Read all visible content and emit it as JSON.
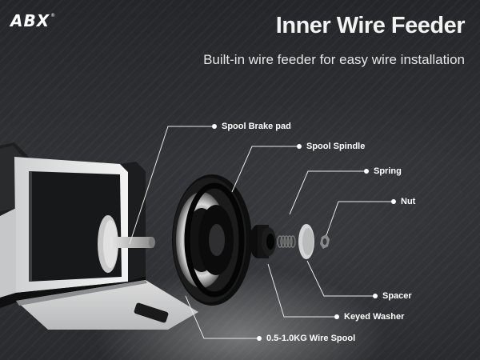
{
  "brand": {
    "logo_text": "ABX",
    "logo_mark": "®"
  },
  "header": {
    "title": "Inner Wire Feeder",
    "subtitle": "Built-in wire feeder for easy wire installation"
  },
  "callouts": {
    "spool_brake_pad": "Spool Brake pad",
    "spool_spindle": "Spool Spindle",
    "spring": "Spring",
    "nut": "Nut",
    "spacer": "Spacer",
    "keyed_washer": "Keyed Washer",
    "wire_spool": "0.5-1.0KG Wire Spool"
  }
}
